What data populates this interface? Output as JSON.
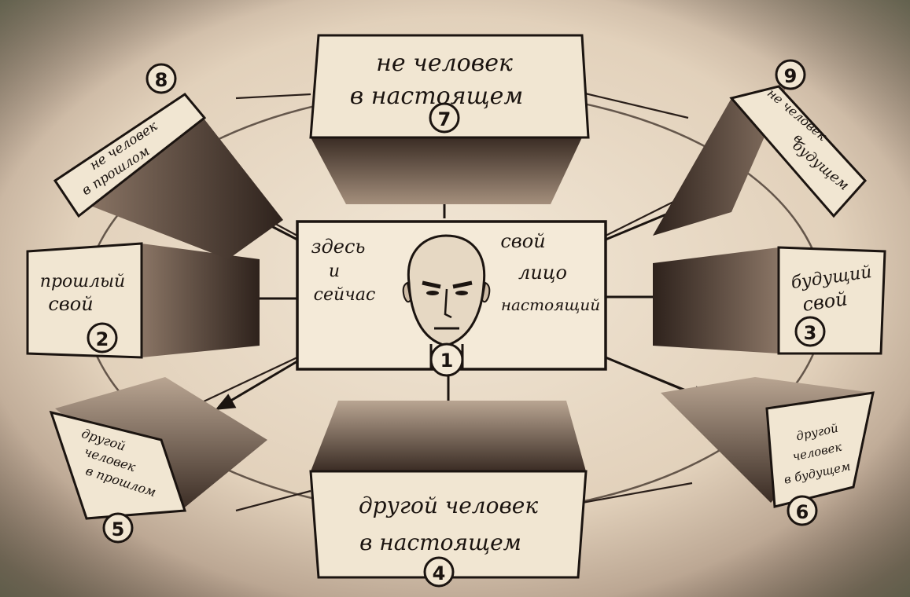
{
  "diagram": {
    "center": {
      "number": "1",
      "left_text": [
        "здесь",
        "и",
        "сейчас"
      ],
      "right_text": [
        "свой",
        "лицо",
        "настоящий"
      ]
    },
    "boxes": [
      {
        "number": "2",
        "lines": [
          "прошлый",
          "свой"
        ]
      },
      {
        "number": "3",
        "lines": [
          "будущий",
          "свой"
        ]
      },
      {
        "number": "4",
        "lines": [
          "другой человек",
          "в настоящем"
        ]
      },
      {
        "number": "5",
        "lines": [
          "другой",
          "человек",
          "в прошлом"
        ]
      },
      {
        "number": "6",
        "lines": [
          "другой",
          "человек",
          "в будущем"
        ]
      },
      {
        "number": "7",
        "lines": [
          "не человек",
          "в настоящем"
        ]
      },
      {
        "number": "8",
        "lines": [
          "не человек",
          "в прошлом"
        ]
      },
      {
        "number": "9",
        "lines": [
          "не человек",
          "в",
          "будущем"
        ]
      }
    ]
  },
  "colors": {
    "paper": "#e9dcc8",
    "ink": "#1b1410",
    "box_face": "#f1e6d2",
    "shade": "#4b3a30"
  }
}
